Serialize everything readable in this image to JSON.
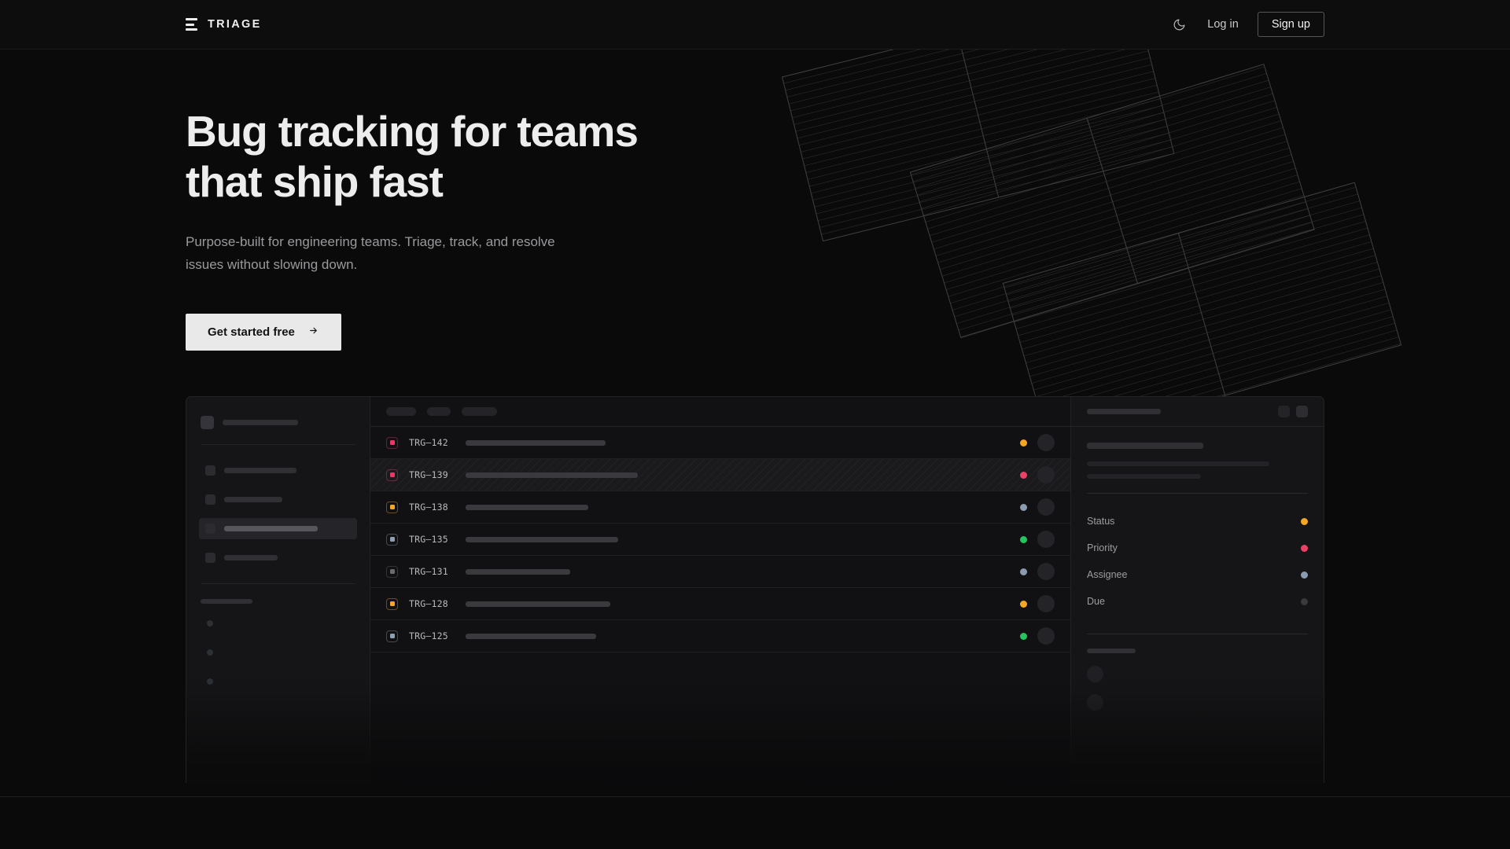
{
  "brand": {
    "name": "TRIAGE",
    "logo_icon": "stacked-bars-icon"
  },
  "nav": {
    "theme_toggle_icon": "moon-icon",
    "login_label": "Log in",
    "signup_label": "Sign up"
  },
  "hero": {
    "heading_line1": "Bug tracking for teams",
    "heading_line2": "that ship fast",
    "subheading": "Purpose-built for engineering teams. Triage, track, and resolve issues without slowing down.",
    "cta_label": "Get started free",
    "cta_icon": "arrow-right-icon"
  },
  "colors": {
    "page_bg": "#0a0a0b",
    "nav_bg": "#0d0d0e",
    "panel_bg": "#151517",
    "list_bg": "#111113",
    "border": "#232325",
    "text_primary": "#ededed",
    "text_muted": "#9a9a9d",
    "cta_bg": "#e9e9e9",
    "status_orange": "#f5a623",
    "status_pink": "#ec4067",
    "status_green": "#22c55e",
    "status_steel": "#8b9bb0",
    "status_idle": "#3a3a3e",
    "priority_red": "#e8396a",
    "priority_orange": "#f5a623",
    "priority_steel": "#8fa0b4",
    "priority_grey": "#6a6a70"
  },
  "app_mockup": {
    "sidebar": {
      "workspace_label_width": 96,
      "nav_items": [
        {
          "label_width": 92,
          "active": false
        },
        {
          "label_width": 74,
          "active": false
        },
        {
          "label_width": 119,
          "active": true
        },
        {
          "label_width": 68,
          "active": false
        }
      ],
      "section_label_width": 66,
      "sub_items": 3
    },
    "issue_list": {
      "filter_chips": [
        {
          "width": 38
        },
        {
          "width": 30
        },
        {
          "width": 45
        }
      ],
      "rows": [
        {
          "id": "TRG–142",
          "title_width": 178,
          "priority": "#e8396a",
          "status": "#f5a623",
          "selected": false
        },
        {
          "id": "TRG–139",
          "title_width": 219,
          "priority": "#e8396a",
          "status": "#ec4067",
          "selected": true
        },
        {
          "id": "TRG–138",
          "title_width": 156,
          "priority": "#f5a623",
          "status": "#8b9bb0",
          "selected": false
        },
        {
          "id": "TRG–135",
          "title_width": 194,
          "priority": "#8fa0b4",
          "status": "#22c55e",
          "selected": false
        },
        {
          "id": "TRG–131",
          "title_width": 133,
          "priority": "#6a6a70",
          "status": "#8b9bb0",
          "selected": false
        },
        {
          "id": "TRG–128",
          "title_width": 184,
          "priority": "#f5a623",
          "status": "#f5a623",
          "selected": false
        },
        {
          "id": "TRG–125",
          "title_width": 166,
          "priority": "#8fa0b4",
          "status": "#22c55e",
          "selected": false
        }
      ]
    },
    "detail_panel": {
      "title_width": 94,
      "header_actions": 2,
      "summary_width": 148,
      "body_line_widths": [
        232,
        145
      ],
      "meta": [
        {
          "label": "Status",
          "dot": "#f5a623"
        },
        {
          "label": "Priority",
          "dot": "#ec4067"
        },
        {
          "label": "Assignee",
          "dot": "#8b9bb0"
        },
        {
          "label": "Due",
          "dot": "#3a3a3e"
        }
      ],
      "footer_label_width": 62,
      "footer_avatars": 2
    }
  }
}
